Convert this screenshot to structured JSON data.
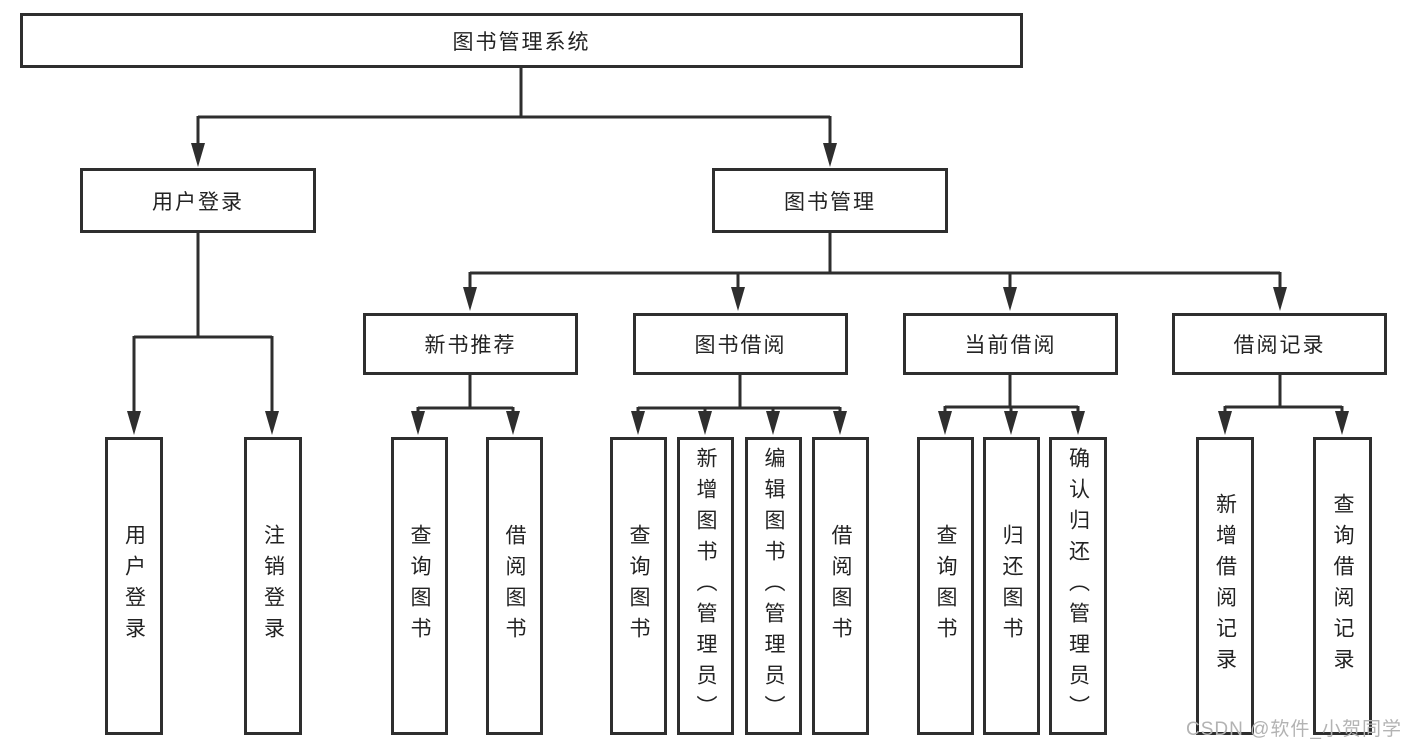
{
  "palette": {
    "line": "#2e2e2e",
    "box_border": "#2e2e2e",
    "box_fill": "#ffffff",
    "text": "#232323",
    "watermark": "#b3b3b3",
    "background": "#ffffff"
  },
  "tree": {
    "root": {
      "label": "图书管理系统"
    },
    "branches": [
      {
        "label": "用户登录",
        "children": [
          {
            "label": "用户登录"
          },
          {
            "label": "注销登录"
          }
        ]
      },
      {
        "label": "图书管理",
        "children": [
          {
            "label": "新书推荐",
            "children": [
              {
                "label": "查询图书"
              },
              {
                "label": "借阅图书"
              }
            ]
          },
          {
            "label": "图书借阅",
            "children": [
              {
                "label": "查询图书"
              },
              {
                "label": "新增图书（管理员）"
              },
              {
                "label": "编辑图书（管理员）"
              },
              {
                "label": "借阅图书"
              }
            ]
          },
          {
            "label": "当前借阅",
            "children": [
              {
                "label": "查询图书"
              },
              {
                "label": "归还图书"
              },
              {
                "label": "确认归还（管理员）"
              }
            ]
          },
          {
            "label": "借阅记录",
            "children": [
              {
                "label": "新增借阅记录"
              },
              {
                "label": "查询借阅记录"
              }
            ]
          }
        ]
      }
    ]
  },
  "watermark": {
    "text": "CSDN @软件_小贺同学"
  }
}
